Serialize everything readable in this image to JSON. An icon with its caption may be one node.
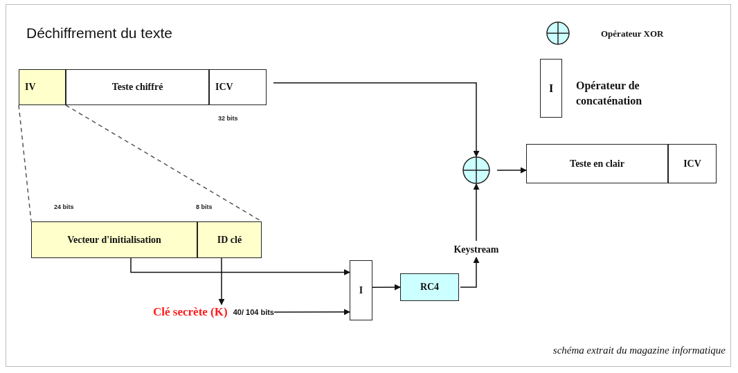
{
  "diagram": {
    "title": "Déchiffrement du texte",
    "caption": "schéma extrait du magazine informatique",
    "nodes": [
      {
        "text": [
          "IV"
        ]
      },
      {
        "text": [
          "Teste chiffré"
        ]
      },
      {
        "text": [
          "ICV"
        ]
      },
      {
        "text": [
          "Vecteur d'initialisation"
        ]
      },
      {
        "text": [
          "ID clé"
        ]
      },
      {
        "text": [
          "Clé secrète (K)"
        ],
        "beside": [
          "40/ 104 bits"
        ]
      },
      {
        "text": [
          "I"
        ]
      },
      {
        "text": [
          "RC4"
        ]
      },
      {
        "text": [
          "Keystream"
        ]
      },
      {
        "text": [],
        "shape": "circle"
      },
      {
        "text": [
          "Teste en clair"
        ]
      },
      {
        "text": [
          "ICV"
        ]
      }
    ],
    "edges": [
      {
        "from": 2,
        "to": 9,
        "arrow": "to"
      },
      {
        "from": 0,
        "to": 3,
        "arrow": "none",
        "style": "dashed"
      },
      {
        "from": 0,
        "to": 4,
        "arrow": "none",
        "style": "dashed"
      },
      {
        "from": 3,
        "to": 6,
        "arrow": "to"
      },
      {
        "from": 4,
        "to": 5,
        "arrow": "to"
      },
      {
        "from": 5,
        "to": 6,
        "arrow": "to"
      },
      {
        "from": 6,
        "to": 7,
        "arrow": "to"
      },
      {
        "from": 7,
        "to": 8,
        "arrow": "to"
      },
      {
        "from": 8,
        "to": 9,
        "arrow": "to"
      },
      {
        "from": 9,
        "to": 10,
        "arrow": "to"
      }
    ],
    "labels": [
      "I",
      "32 bits",
      "24 bits",
      "8 bits"
    ],
    "legend": [
      {
        "text": "Opérateur XOR"
      },
      {
        "text": "Opérateur de concaténation"
      }
    ]
  }
}
